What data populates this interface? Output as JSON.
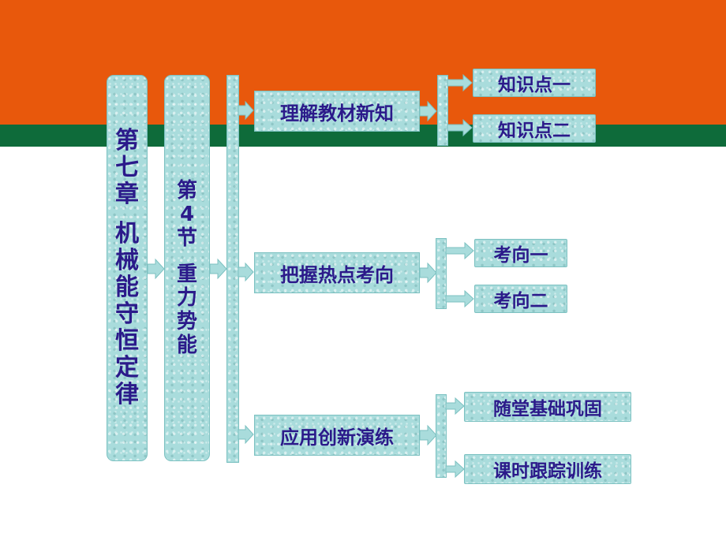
{
  "chapter": {
    "number": "第七章",
    "title": "机械能守恒定律"
  },
  "section": {
    "number": "第4节",
    "title": "重力势能"
  },
  "branches": [
    {
      "label": "理解教材新知",
      "children": [
        "知识点一",
        "知识点二"
      ]
    },
    {
      "label": "把握热点考向",
      "children": [
        "考向一",
        "考向二"
      ]
    },
    {
      "label": "应用创新演练",
      "children": [
        "随堂基础巩固",
        "课时跟踪训练"
      ]
    }
  ],
  "colors": {
    "top_band": "#e8580c",
    "stripe": "#0e6b3a",
    "box_fill": "#a9dcdc",
    "text": "#2b1a8a"
  }
}
